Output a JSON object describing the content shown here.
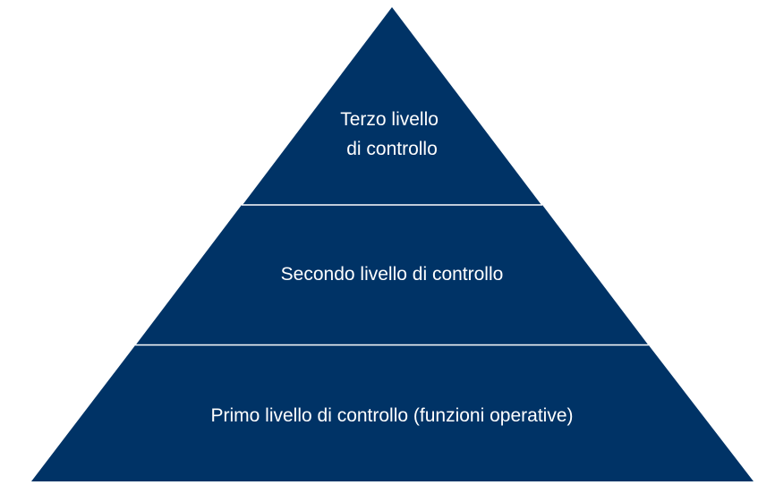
{
  "diagram": {
    "fill_color": "#003366",
    "separator_color": "#ffffff",
    "tiers": [
      {
        "id": "top",
        "lines": [
          "Terzo livello",
          "di controllo"
        ]
      },
      {
        "id": "middle",
        "lines": [
          "Secondo livello di controllo"
        ]
      },
      {
        "id": "bottom",
        "lines": [
          "Primo livello di controllo (funzioni operative)"
        ]
      }
    ]
  }
}
